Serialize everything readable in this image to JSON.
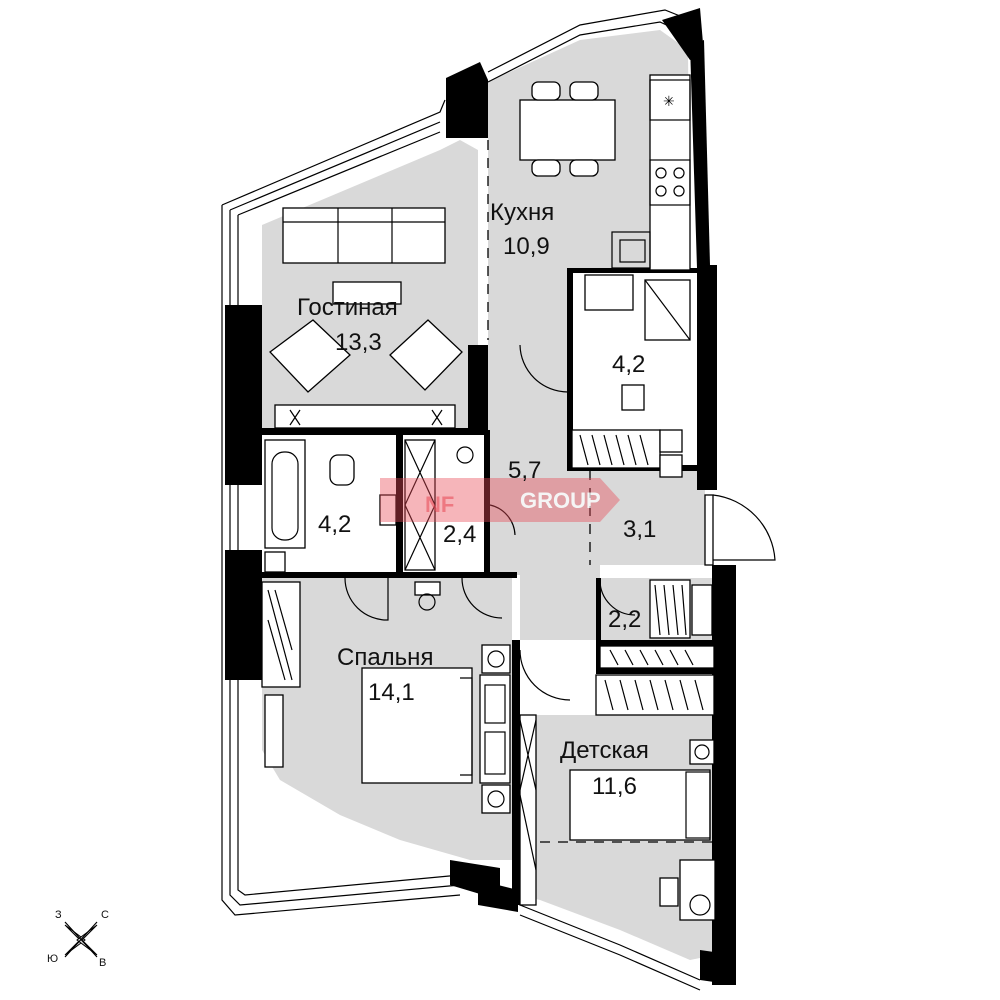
{
  "rooms": {
    "kitchen": {
      "name": "Кухня",
      "area": "10,9"
    },
    "living": {
      "name": "Гостиная",
      "area": "13,3"
    },
    "bath_right": {
      "area": "4,2"
    },
    "bath_left": {
      "area": "4,2"
    },
    "closet": {
      "area": "2,4"
    },
    "hall": {
      "area": "5,7"
    },
    "entry": {
      "area": "3,1"
    },
    "wardrobe": {
      "area": "2,2"
    },
    "bedroom": {
      "name": "Спальня",
      "area": "14,1"
    },
    "kids": {
      "name": "Детская",
      "area": "11,6"
    }
  },
  "compass": {
    "w": "З",
    "n": "С",
    "s": "Ю",
    "e": "В"
  },
  "watermark": {
    "brand": "NF",
    "suffix": "GROUP",
    "color": "#e94b57"
  },
  "colors": {
    "room_fill": "#d9d9d9",
    "wall": "#000000",
    "tile": "#ffffff"
  }
}
